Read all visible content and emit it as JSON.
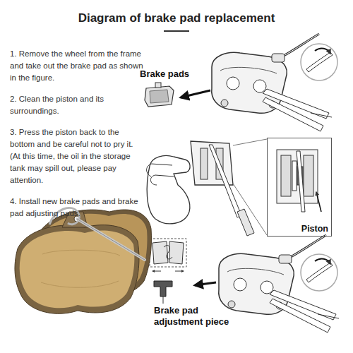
{
  "diagram": {
    "title": "Diagram of brake pad replacement",
    "nodes": [
      {
        "text": [
          "Piston"
        ]
      }
    ],
    "labels": [
      "1. Remove the wheel from the frame and take out the brake pad as shown in the figure.",
      "2. Clean the piston and its surroundings.",
      "3. Press the piston back to the bottom and be careful not to pry it. (At this time, the oil in the storage tank may spill out, please pay attention.",
      "4. Install new brake pads and brake pad adjusting pads.",
      "Brake pads",
      "Brake pad adjustment piece"
    ]
  }
}
